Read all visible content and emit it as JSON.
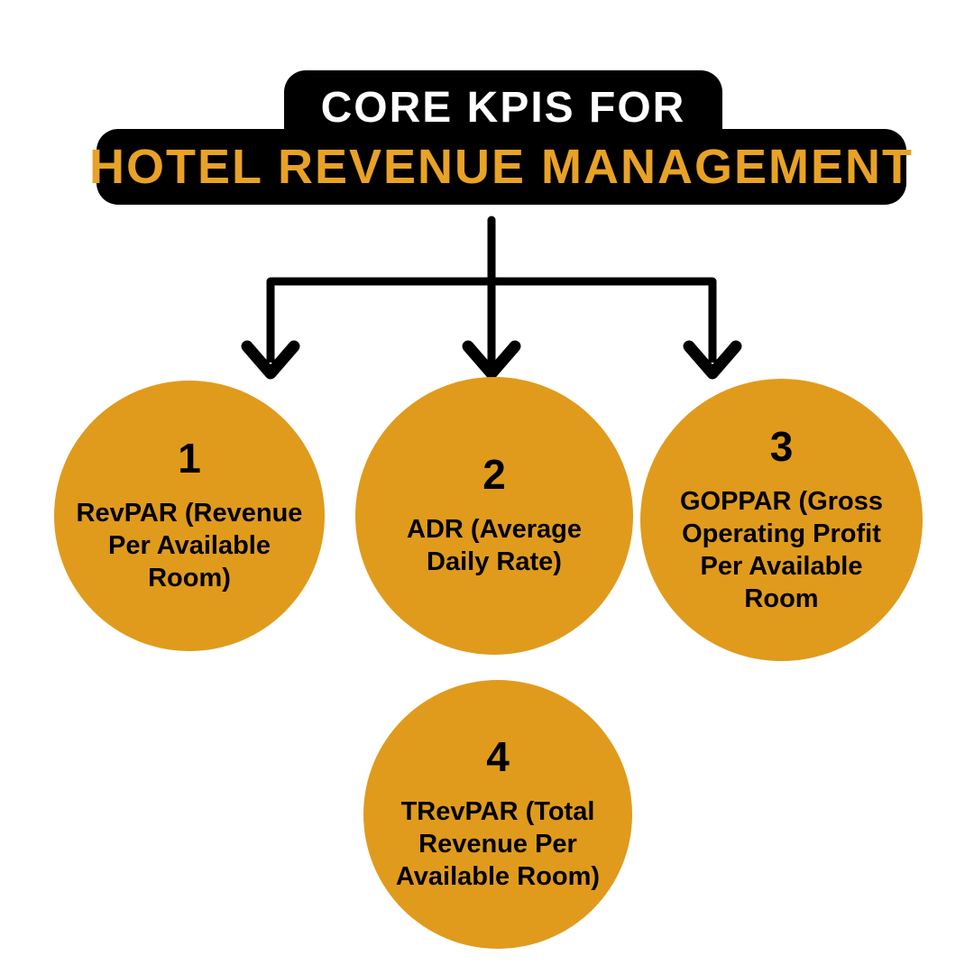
{
  "header": {
    "line1": "CORE KPIS FOR",
    "line2": "HOTEL REVENUE MANAGEMENT"
  },
  "colors": {
    "accent": "#E09B1C",
    "title_accent": "#E8A226",
    "ink": "#000000",
    "paper": "#FFFFFF"
  },
  "kpis": [
    {
      "number": "1",
      "lines": [
        "RevPAR (Revenue",
        "Per Available",
        "Room)"
      ]
    },
    {
      "number": "2",
      "lines": [
        "ADR (Average",
        "Daily Rate)"
      ]
    },
    {
      "number": "3",
      "lines": [
        "GOPPAR (Gross",
        "Operating Profit",
        "Per Available",
        "Room"
      ]
    },
    {
      "number": "4",
      "lines": [
        "TRevPAR (Total",
        "Revenue Per",
        "Available Room)"
      ]
    }
  ]
}
